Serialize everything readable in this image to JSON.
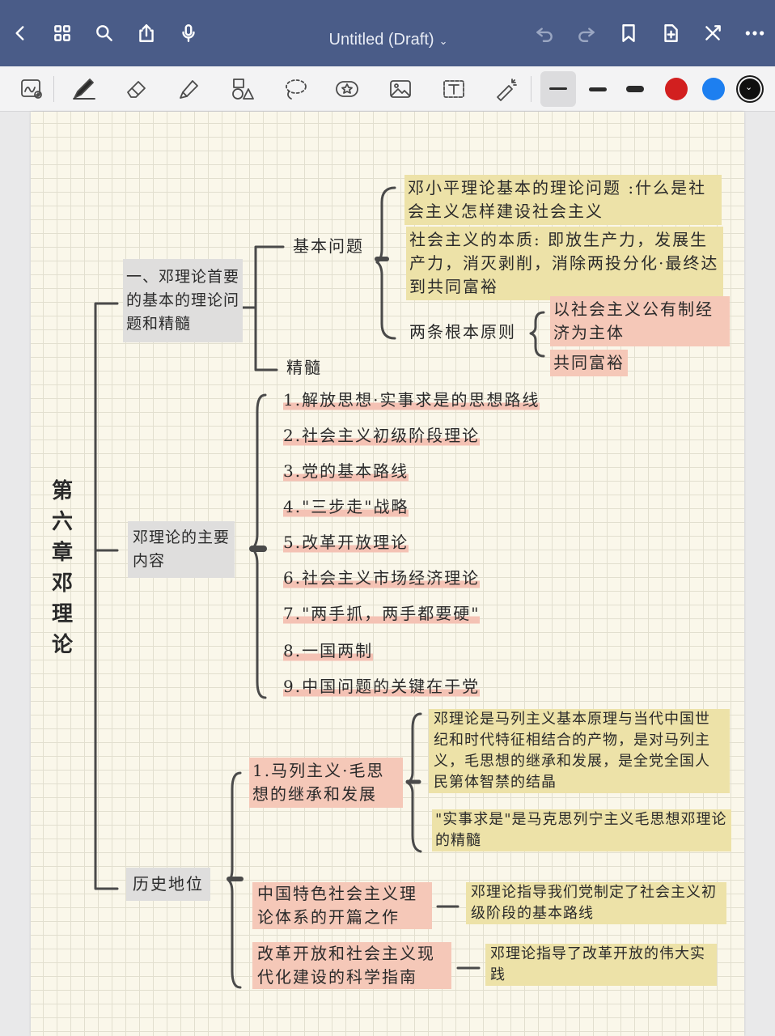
{
  "app": {
    "title": "Untitled (Draft)",
    "title_caret": "⌄"
  },
  "toolbar": {
    "tools": [
      "lasso-image-icon",
      "pen-icon",
      "eraser-icon",
      "highlighter-icon",
      "shapes-icon",
      "lasso-icon",
      "sticker-icon",
      "image-icon",
      "text-icon",
      "laser-pointer-icon"
    ],
    "colors": [
      "#d21f1f",
      "#1d7ff0",
      "#0f0f0f"
    ]
  },
  "note": {
    "chapter": "第六章 邓理论",
    "section1": {
      "title": "一、邓理论首要的基本的理论问题和精髓",
      "basic_label": "基本问题",
      "essence_label": "精髓",
      "basic_q": "邓小平理论基本的理论问题 :什么是社会主义怎样建设社会主义",
      "essence_socialism": "社会主义的本质: 即放生产力，发展生产力，消灭剥削，消除两投分化·最终达到共同富裕",
      "two_principles_label": "两条根本原则",
      "principle1": "以社会主义公有制经济为主体",
      "principle2": "共同富裕"
    },
    "section2": {
      "title": "邓理论的主要内容",
      "items": [
        "1.解放思想·实事求是的思想路线",
        "2.社会主义初级阶段理论",
        "3.党的基本路线",
        "4.\"三步走\"战略",
        "5.改革开放理论",
        "6.社会主义市场经济理论",
        "7.\"两手抓，两手都要硬\"",
        "8.一国两制",
        "9.中国问题的关键在于党"
      ]
    },
    "section3": {
      "title": "历史地位",
      "sub1": "1.马列主义·毛思想的继承和发展",
      "sub1_detail1": "邓理论是马列主义基本原理与当代中国世纪和时代特征相结合的产物，是对马列主义，毛思想的继承和发展，是全党全国人民第体智禁的结晶",
      "sub1_detail2": "\"实事求是\"是马克思列宁主义毛思想邓理论的精髓",
      "sub2": "中国特色社会主义理论体系的开篇之作",
      "sub2_detail": "邓理论指导我们党制定了社会主义初级阶段的基本路线",
      "sub3": "改革开放和社会主义现代化建设的科学指南",
      "sub3_detail": "邓理论指导了改革开放的伟大实践"
    }
  }
}
